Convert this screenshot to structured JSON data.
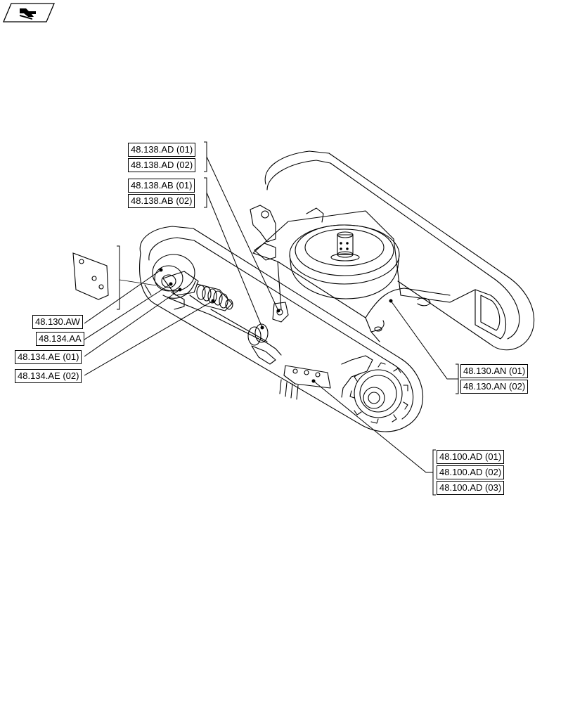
{
  "callouts": {
    "ad_138_01": "48.138.AD (01)",
    "ad_138_02": "48.138.AD (02)",
    "ab_138_01": "48.138.AB (01)",
    "ab_138_02": "48.138.AB (02)",
    "aw_130": "48.130.AW",
    "aa_134": "48.134.AA",
    "ae_134_01": "48.134.AE (01)",
    "ae_134_02": "48.134.AE (02)",
    "an_130_01": "48.130.AN (01)",
    "an_130_02": "48.130.AN (02)",
    "ad_100_01": "48.100.AD (01)",
    "ad_100_02": "48.100.AD (02)",
    "ad_100_03": "48.100.AD (03)"
  },
  "icons": {
    "nav": "navigate-back-icon"
  },
  "colors": {
    "line": "#000000",
    "background": "#ffffff"
  }
}
